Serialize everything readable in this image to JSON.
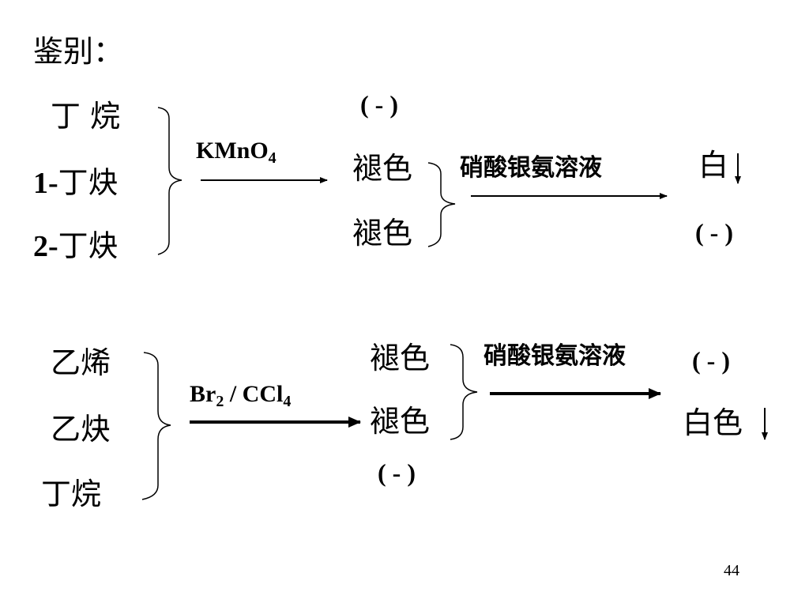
{
  "title": "鉴别：",
  "section1": {
    "compounds": [
      "丁 烷",
      "丁炔",
      "丁炔"
    ],
    "compound_prefixes": [
      "",
      "1-",
      "2-"
    ],
    "reagent_main": "KMnO",
    "reagent_sub": "4",
    "results": [
      "( - )",
      "褪色",
      "褪色"
    ],
    "reagent2": "硝酸银氨溶液",
    "final_results": [
      "白",
      "( - )"
    ]
  },
  "section2": {
    "compounds": [
      "乙烯",
      "乙炔",
      "丁烷"
    ],
    "reagent_br": "Br",
    "reagent_br_sub": "2",
    "reagent_ccl": " / CCl",
    "reagent_ccl_sub": "4",
    "results": [
      "褪色",
      "褪色",
      "( - )"
    ],
    "reagent2": "硝酸银氨溶液",
    "final_results": [
      "( - )",
      "白色"
    ]
  },
  "page_number": "44"
}
